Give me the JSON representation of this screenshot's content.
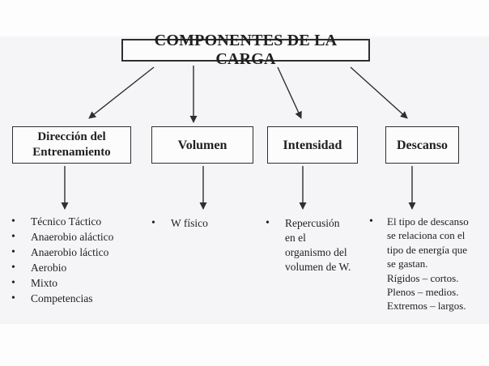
{
  "diagram": {
    "title": "COMPONENTES DE LA CARGA",
    "columns": [
      {
        "box_label": "Dirección del\nEntrenamiento",
        "items": [
          "Técnico Táctico",
          "Anaerobio aláctico",
          "Anaerobio láctico",
          "Aerobio",
          "Mixto",
          "Competencias"
        ]
      },
      {
        "box_label": "Volumen",
        "items": [
          "W físico"
        ]
      },
      {
        "box_label": "Intensidad",
        "items": [
          "Repercusión\nen el\norganismo del\nvolumen de W."
        ]
      },
      {
        "box_label": "Descanso",
        "items": [
          "El tipo de descanso\nse relaciona con el\ntipo de energía que\nse gastan.\nRígidos – cortos.\nPlenos – medios.\nExtremos – largos."
        ]
      }
    ]
  },
  "icons": {
    "bullet": "•"
  },
  "colors": {
    "panel_bg": "#f5f5f7",
    "box_fill": "#fcfcfd",
    "line": "#2f2f2f",
    "text": "#1f1f1f"
  }
}
